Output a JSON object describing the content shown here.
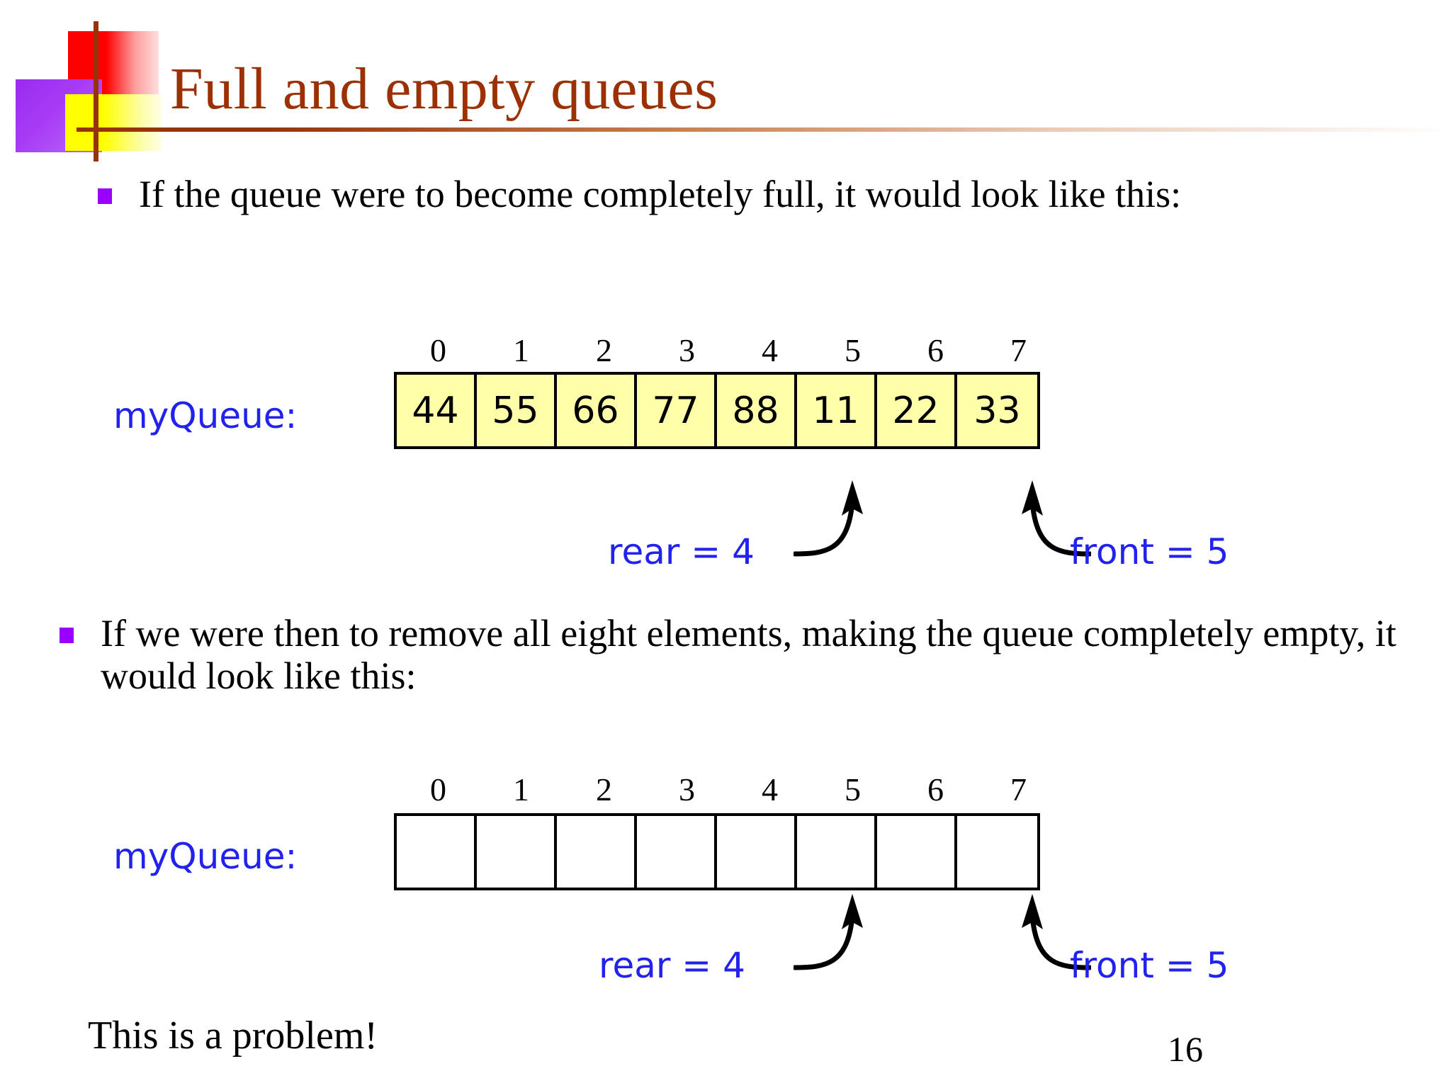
{
  "slide": {
    "title": "Full and empty queues",
    "page_number": "16",
    "closing_text": "This is a problem!",
    "title_color": "#9b3003",
    "bullet_marker_color": "#9900ff",
    "accent_blue": "#2222ee",
    "cell_fill_color": "#ffffaa"
  },
  "logo": {
    "red_color": "#ff0000",
    "purple_color": "#9b2bf0",
    "yellow_color": "#ffff00",
    "line_color": "#963309"
  },
  "bullets": [
    {
      "marker": "square-bullet",
      "text": "If the queue were to become completely full, it would look like this:"
    },
    {
      "marker": "square-bullet",
      "text": "If we were then to remove all eight elements, making the queue completely empty, it would look like this:"
    }
  ],
  "diagrams": [
    {
      "name": "full-queue",
      "label": "myQueue:",
      "indices": [
        "0",
        "1",
        "2",
        "3",
        "4",
        "5",
        "6",
        "7"
      ],
      "values": [
        "44",
        "55",
        "66",
        "77",
        "88",
        "11",
        "22",
        "33"
      ],
      "filled": true,
      "rear_label": "rear = 4",
      "front_label": "front = 5",
      "rear_index": 4,
      "front_index": 5
    },
    {
      "name": "empty-queue",
      "label": "myQueue:",
      "indices": [
        "0",
        "1",
        "2",
        "3",
        "4",
        "5",
        "6",
        "7"
      ],
      "values": [
        "",
        "",
        "",
        "",
        "",
        "",
        "",
        ""
      ],
      "filled": false,
      "rear_label": "rear = 4",
      "front_label": "front = 5",
      "rear_index": 4,
      "front_index": 5
    }
  ],
  "chart_data": {
    "type": "table",
    "title": "Full and empty queues",
    "tables": [
      {
        "name": "full-queue",
        "columns": [
          "0",
          "1",
          "2",
          "3",
          "4",
          "5",
          "6",
          "7"
        ],
        "rows": [
          [
            "44",
            "55",
            "66",
            "77",
            "88",
            "11",
            "22",
            "33"
          ]
        ],
        "annotations": [
          "rear = 4",
          "front = 5"
        ]
      },
      {
        "name": "empty-queue",
        "columns": [
          "0",
          "1",
          "2",
          "3",
          "4",
          "5",
          "6",
          "7"
        ],
        "rows": [
          [
            "",
            "",
            "",
            "",
            "",
            "",
            "",
            ""
          ]
        ],
        "annotations": [
          "rear = 4",
          "front = 5"
        ]
      }
    ]
  }
}
